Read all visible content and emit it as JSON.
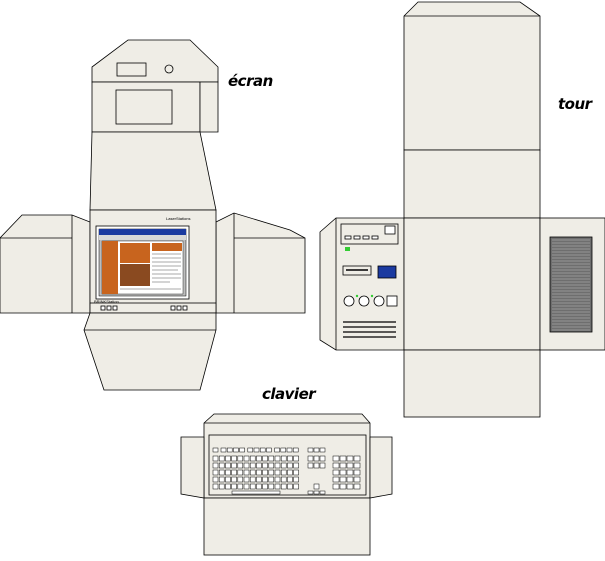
{
  "labels": {
    "ecran": "écran",
    "tour": "tour",
    "clavier": "clavier"
  },
  "screen_texts": {
    "brand_top": "LaserStations",
    "brand_bottom": "BRINKStation"
  },
  "colors": {
    "paper": "#efede6",
    "line": "#000000",
    "orange": "#c8641e",
    "screen_blue": "#1b3aa0",
    "led_green": "#33cc33",
    "grille": "#6e6e6e"
  }
}
